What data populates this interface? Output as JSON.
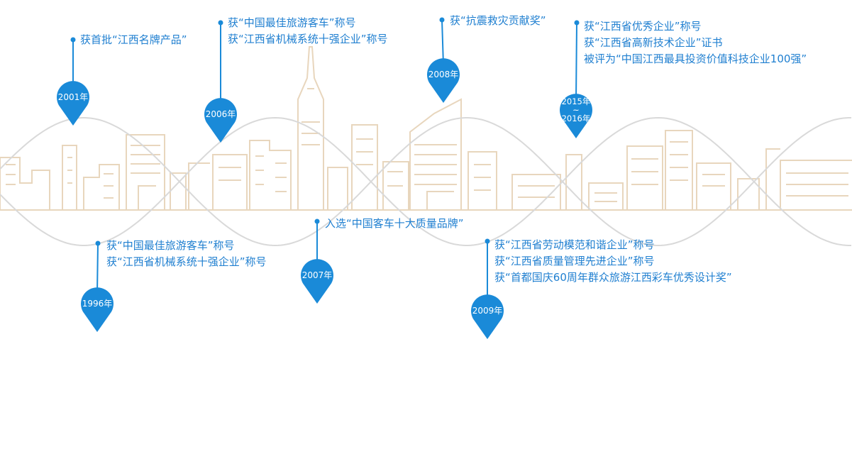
{
  "colors": {
    "accent": "#1a8ad8",
    "text": "#1f7fd0",
    "wave": "#d9d9d9",
    "skyline": "#e8d6bd"
  },
  "milestones": [
    {
      "year": "2001年",
      "events": [
        "获首批“江西名牌产品”"
      ]
    },
    {
      "year": "2006年",
      "events": [
        "获“中国最佳旅游客车”称号",
        "获“江西省机械系统十强企业”称号"
      ]
    },
    {
      "year": "2008年",
      "events": [
        "获“抗震救灾贡献奖”"
      ]
    },
    {
      "year": "2015年～2016年",
      "year_lines": [
        "2015年",
        "~",
        "2016年"
      ],
      "events": [
        "获“江西省优秀企业”称号",
        "获“江西省高新技术企业”证书",
        "被评为“中国江西最具投资价值科技企业100强”"
      ]
    },
    {
      "year": "1996年",
      "events": [
        "获“中国最佳旅游客车”称号",
        "获“江西省机械系统十强企业”称号"
      ]
    },
    {
      "year": "2007年",
      "events": [
        "入选“中国客车十大质量品牌”"
      ]
    },
    {
      "year": "2009年",
      "events": [
        "获“江西省劳动模范和谐企业”称号",
        "获“江西省质量管理先进企业”称号",
        "获“首都国庆60周年群众旅游江西彩车优秀设计奖”"
      ]
    }
  ]
}
